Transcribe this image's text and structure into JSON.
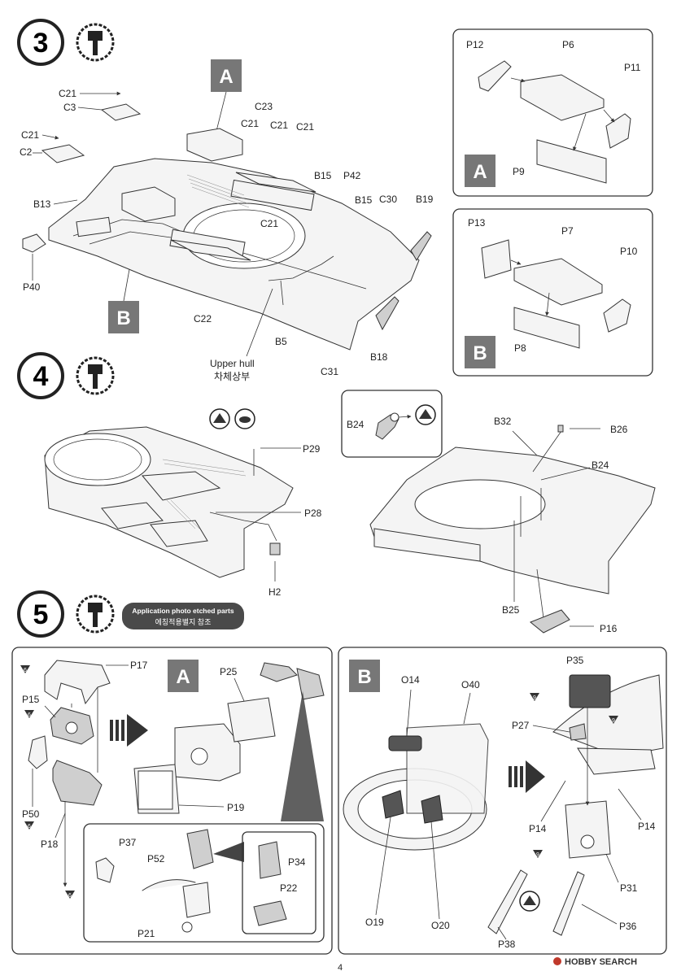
{
  "steps": {
    "s3": "3",
    "s4": "4",
    "s5": "5"
  },
  "callouts": {
    "A": "A",
    "B": "B"
  },
  "step3": {
    "labels": {
      "C21a": "C21",
      "C3": "C3",
      "C21b": "C21",
      "C2": "C2",
      "B13": "B13",
      "P40": "P40",
      "C23": "C23",
      "C21c": "C21",
      "C21d": "C21",
      "C21e": "C21",
      "C21f": "C21",
      "B15a": "B15",
      "P42": "P42",
      "B15b": "B15",
      "C30": "C30",
      "B19": "B19",
      "C22": "C22",
      "B5": "B5",
      "C31": "C31",
      "B18": "B18"
    },
    "upper_hull_en": "Upper hull",
    "upper_hull_kr": "차체상부"
  },
  "step3_inset_A": {
    "P12": "P12",
    "P6": "P6",
    "P11": "P11",
    "P9": "P9"
  },
  "step3_inset_B": {
    "P13": "P13",
    "P7": "P7",
    "P10": "P10",
    "P8": "P8"
  },
  "step4": {
    "labels": {
      "P29": "P29",
      "P28": "P28",
      "H2": "H2",
      "B24a": "B24",
      "B32": "B32",
      "B26": "B26",
      "B24b": "B24",
      "B25": "B25",
      "P16": "P16"
    }
  },
  "step5": {
    "note_en": "Application photo etched parts",
    "note_kr": "에칭적용별지 참조",
    "left_labels": {
      "P17": "P17",
      "P15": "P15",
      "P50": "P50",
      "P18": "P18",
      "P25": "P25",
      "P19": "P19",
      "P37": "P37",
      "P52": "P52",
      "P21": "P21",
      "P34": "P34",
      "P22": "P22"
    },
    "right_labels": {
      "O14": "O14",
      "O40": "O40",
      "O19": "O19",
      "O20": "O20",
      "P35": "P35",
      "P27": "P27",
      "P14a": "P14",
      "P14b": "P14",
      "P31": "P31",
      "P36": "P36",
      "P38": "P38"
    },
    "color_codes": {
      "c6": "6",
      "c9": "9"
    }
  },
  "footer": {
    "page_number": "4",
    "watermark": "HOBBY SEARCH"
  }
}
